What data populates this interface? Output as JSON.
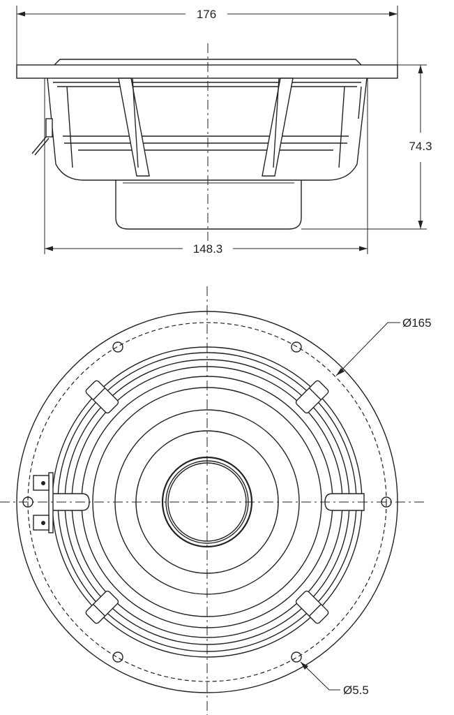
{
  "dimensions": {
    "overall_width": "176",
    "basket_width": "148.3",
    "depth": "74.3",
    "mounting_diameter": "Ø165",
    "hole_diameter": "Ø5.5"
  }
}
